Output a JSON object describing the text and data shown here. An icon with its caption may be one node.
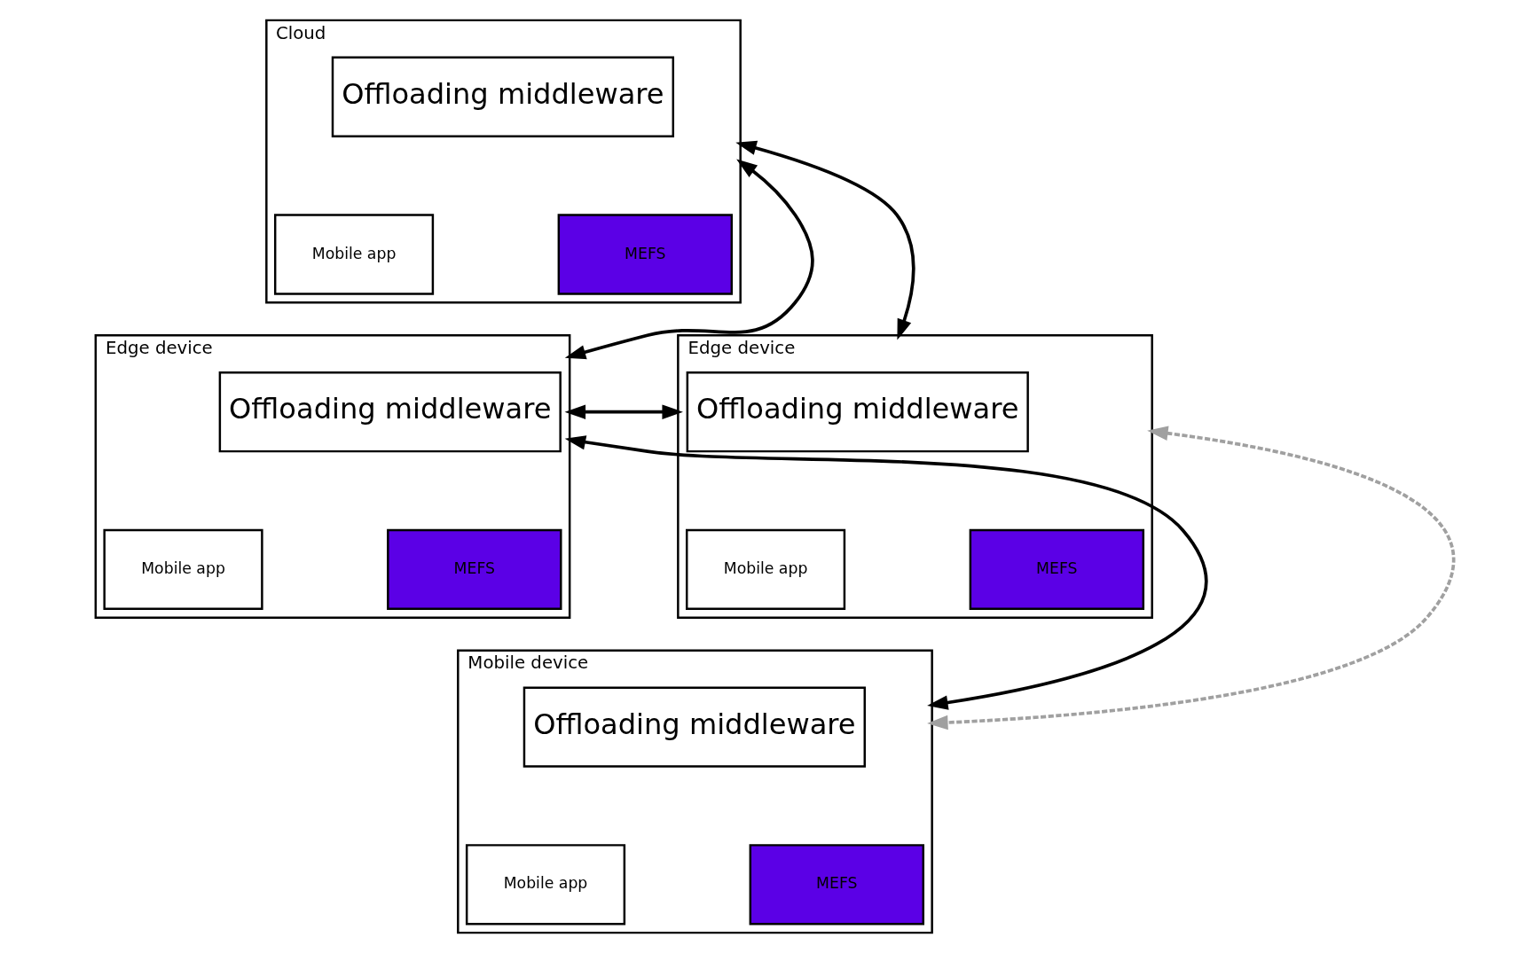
{
  "diagram": {
    "nodes": [
      {
        "text": [
          "Cloud"
        ]
      },
      {
        "text": [
          "Offloading middleware"
        ],
        "in": 0
      },
      {
        "text": [
          "Mobile app"
        ],
        "in": 0
      },
      {
        "text": [
          "MEFS"
        ],
        "in": 0
      },
      {
        "text": [
          "Edge device"
        ]
      },
      {
        "text": [
          "Offloading middleware"
        ],
        "in": 4
      },
      {
        "text": [
          "Mobile app"
        ],
        "in": 4
      },
      {
        "text": [
          "MEFS"
        ],
        "in": 4
      },
      {
        "text": [
          "Edge device"
        ]
      },
      {
        "text": [
          "Offloading middleware"
        ],
        "in": 8
      },
      {
        "text": [
          "Mobile app"
        ],
        "in": 8
      },
      {
        "text": [
          "MEFS"
        ],
        "in": 8
      },
      {
        "text": [
          "Mobile device"
        ]
      },
      {
        "text": [
          "Offloading middleware"
        ],
        "in": 12
      },
      {
        "text": [
          "Mobile app"
        ],
        "in": 12
      },
      {
        "text": [
          "MEFS"
        ],
        "in": 12
      }
    ],
    "edges": [
      {
        "from": 0,
        "to": 4,
        "arrow": "both"
      },
      {
        "from": 0,
        "to": 8,
        "arrow": "both"
      },
      {
        "from": 12,
        "to": 4,
        "arrow": "both"
      },
      {
        "from": 4,
        "to": 8,
        "arrow": "both"
      },
      {
        "from": 8,
        "to": 12,
        "arrow": "both",
        "style": "dashed",
        "color": "#a0a0a0"
      }
    ]
  }
}
